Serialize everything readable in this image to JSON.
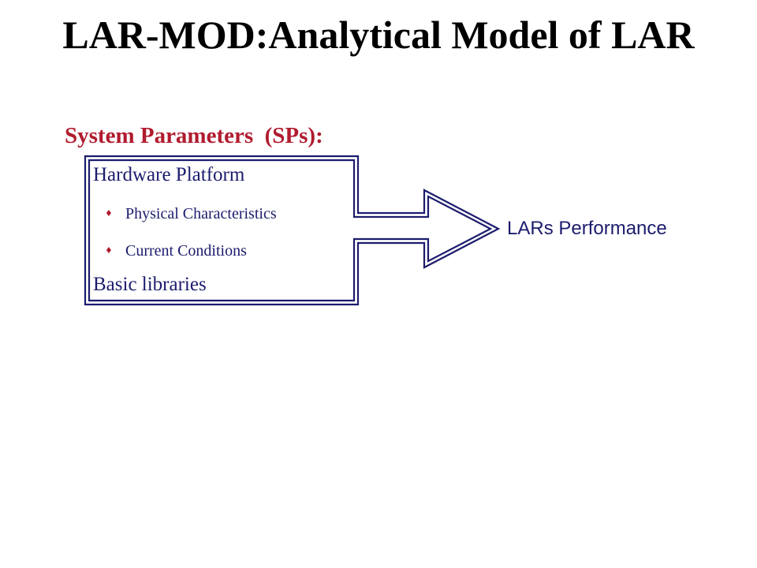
{
  "title": "LAR-MOD:Analytical Model of LAR",
  "section_heading": "System Parameters  (SPs):",
  "box": {
    "items": [
      {
        "label": "Hardware Platform"
      },
      {
        "label": "Physical Characteristics",
        "bullet": "♦"
      },
      {
        "label": "Current Conditions",
        "bullet": "♦"
      },
      {
        "label": "Basic libraries"
      }
    ]
  },
  "output": {
    "label": "LARs Performance"
  },
  "colors": {
    "title": "#000000",
    "heading": "#b01c2e",
    "diagram": "#1c1c6e",
    "bullet": "#b01c2e"
  }
}
